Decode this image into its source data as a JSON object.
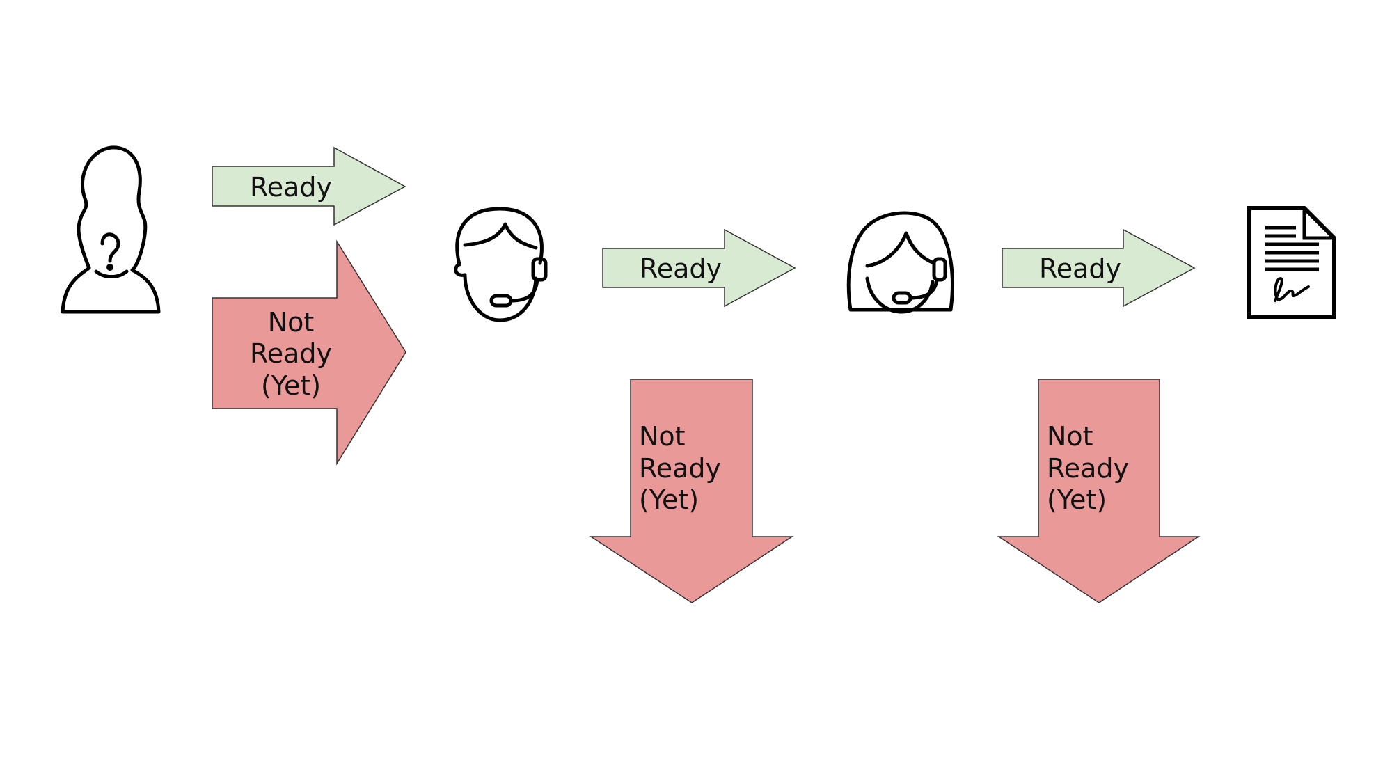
{
  "colors": {
    "ready_fill": "#d9ead3",
    "not_ready_fill": "#ea9999",
    "outline": "#333333",
    "icon": "#000000"
  },
  "nodes": [
    {
      "icon": "unknown-person-icon"
    },
    {
      "icon": "male-agent-headset-icon"
    },
    {
      "icon": "female-agent-headset-icon"
    },
    {
      "icon": "signed-document-icon"
    }
  ],
  "arrows": {
    "ready_1": {
      "label": "Ready"
    },
    "not_ready_1": {
      "lines": [
        "Not",
        "Ready",
        "(Yet)"
      ]
    },
    "ready_2": {
      "label": "Ready"
    },
    "not_ready_2": {
      "lines": [
        "Not",
        "Ready",
        "(Yet)"
      ]
    },
    "ready_3": {
      "label": "Ready"
    },
    "not_ready_3": {
      "lines": [
        "Not",
        "Ready",
        "(Yet)"
      ]
    }
  }
}
